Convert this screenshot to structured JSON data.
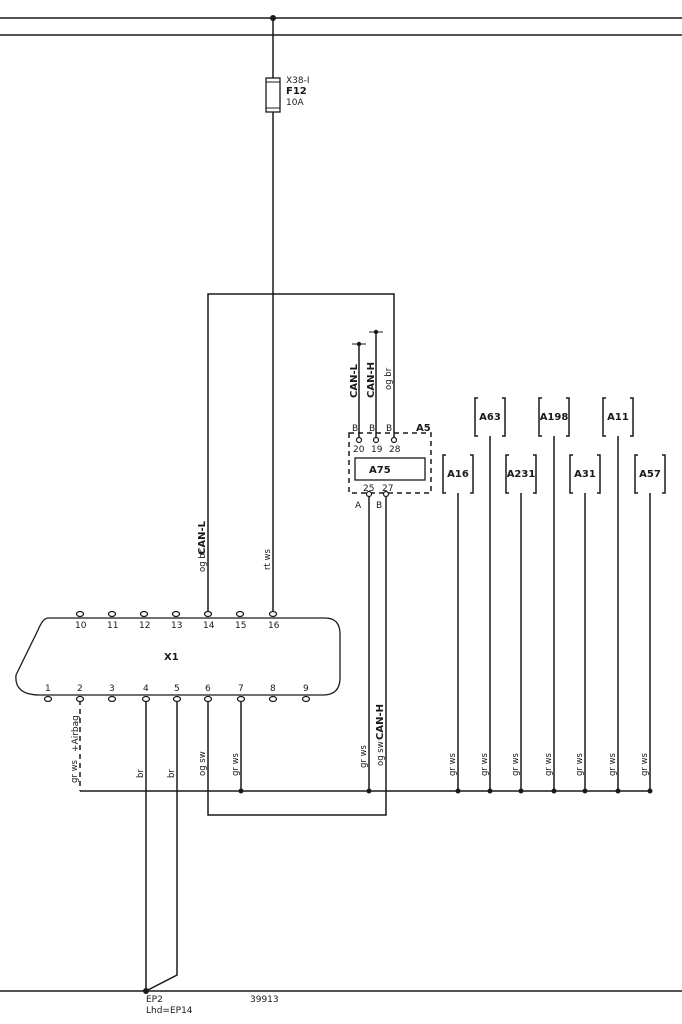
{
  "fuse": {
    "connector": "X38-I",
    "name": "F12",
    "rating": "10A"
  },
  "connector_x1": {
    "name": "X1",
    "top_pins": [
      "10",
      "11",
      "12",
      "13",
      "14",
      "15",
      "16"
    ],
    "bottom_pins": [
      "1",
      "2",
      "3",
      "4",
      "5",
      "6",
      "7",
      "8",
      "9"
    ]
  },
  "module_a5": {
    "name": "A5",
    "inner_name": "A75",
    "top_pins": [
      "20",
      "19",
      "28"
    ],
    "top_pin_side": [
      "B",
      "B",
      "B"
    ],
    "bottom_pins": [
      "25",
      "27"
    ],
    "bottom_pin_side": [
      "A",
      "B"
    ],
    "wire_labels": [
      "CAN-L",
      "CAN-H",
      "og br"
    ]
  },
  "wire_labels": {
    "pin14_can": "CAN-L",
    "pin14_color": "og br",
    "pin16_color": "rt ws",
    "pin2_color": "gr ws",
    "pin2_airbag": "+Airbag",
    "pin4_color": "br",
    "pin5_color": "br",
    "pin6_color": "og sw",
    "pin7_color": "gr ws",
    "a5_25_color": "gr ws",
    "a5_27_color": "og sw",
    "a5_27_can": "CAN-H"
  },
  "modules": [
    {
      "name": "A16",
      "wire": "gr ws"
    },
    {
      "name": "A63",
      "wire": "gr ws"
    },
    {
      "name": "A231",
      "wire": "gr ws"
    },
    {
      "name": "A198",
      "wire": "gr ws"
    },
    {
      "name": "A31",
      "wire": "gr ws"
    },
    {
      "name": "A11",
      "wire": "gr ws"
    },
    {
      "name": "A57",
      "wire": "gr ws"
    }
  ],
  "ground": {
    "name": "EP2",
    "alt": "Lhd=EP14"
  },
  "diagram_number": "39913"
}
